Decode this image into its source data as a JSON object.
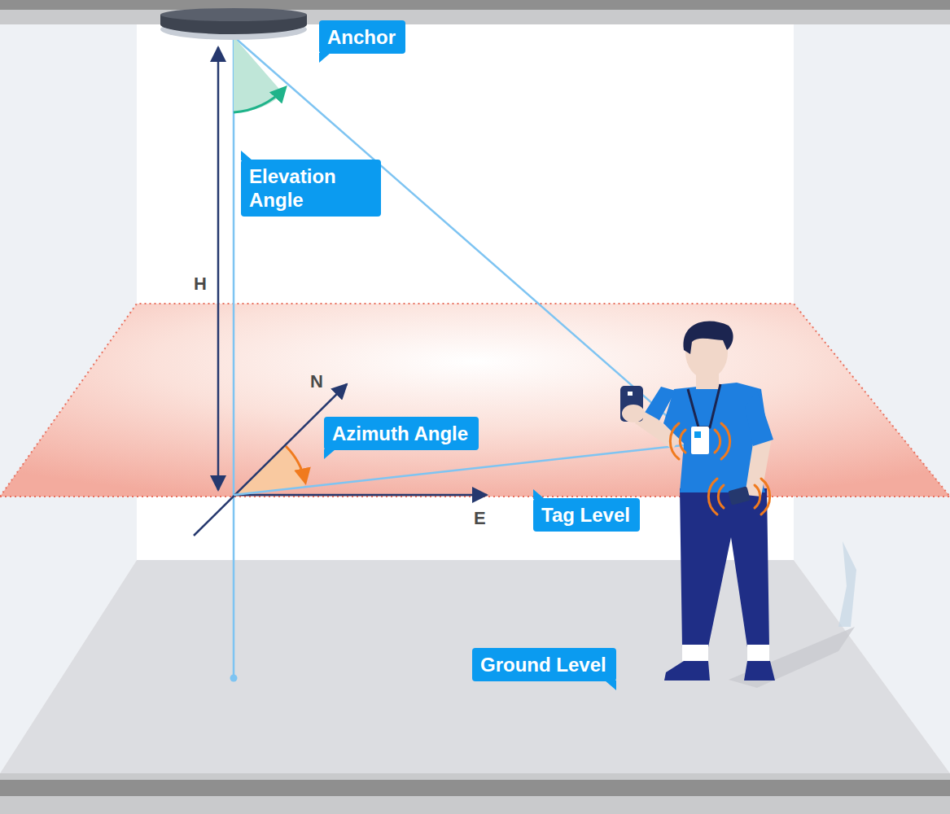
{
  "diagram": {
    "nodes": [
      {
        "text": [
          "Anchor"
        ]
      },
      {
        "text": [
          "Elevation Angle"
        ]
      },
      {
        "text": [
          "Azimuth Angle"
        ]
      },
      {
        "text": [
          "Tag Level"
        ]
      },
      {
        "text": [
          "Ground Level"
        ]
      }
    ],
    "labels": [
      "H",
      "N",
      "E"
    ]
  }
}
